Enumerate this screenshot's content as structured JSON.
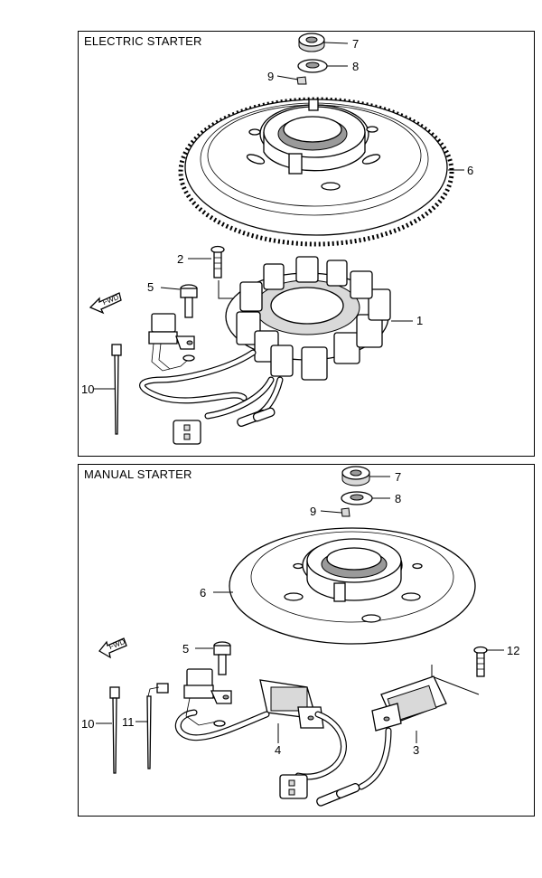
{
  "panels": {
    "top": {
      "title": "ELECTRIC STARTER",
      "callouts": [
        "7",
        "8",
        "9",
        "6",
        "2",
        "5",
        "1",
        "10"
      ],
      "direction_label": "FWD"
    },
    "bottom": {
      "title": "MANUAL STARTER",
      "callouts": [
        "7",
        "8",
        "9",
        "6",
        "5",
        "12",
        "10",
        "11",
        "4",
        "3"
      ],
      "direction_label": "FWD"
    }
  },
  "icons": {
    "direction_arrow": "fwd-arrow-icon"
  }
}
